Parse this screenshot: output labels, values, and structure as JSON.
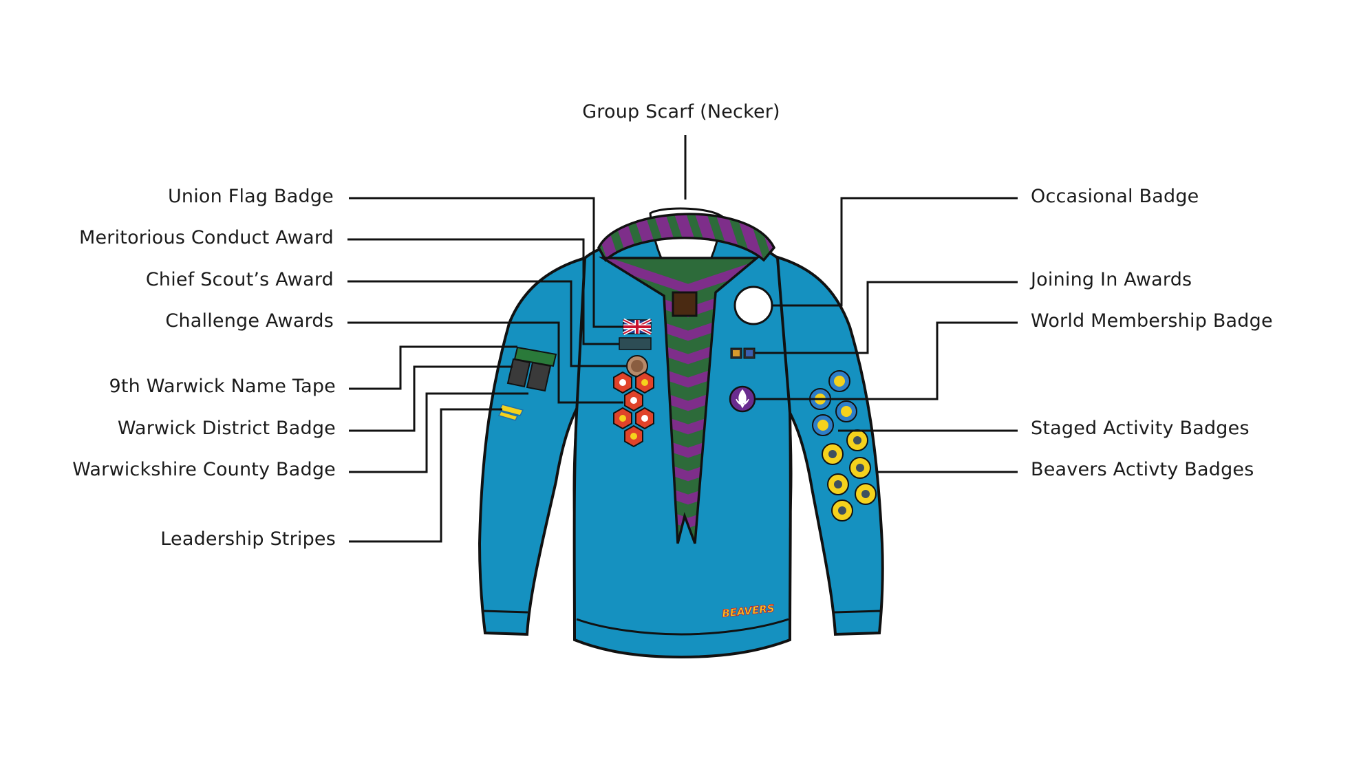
{
  "diagram": {
    "labels": {
      "group_scarf": "Group Scarf (Necker)",
      "union_flag": "Union Flag Badge",
      "meritorious": "Meritorious Conduct Award",
      "chief_scout": "Chief Scout’s Award",
      "challenge": "Challenge Awards",
      "name_tape": "9th Warwick Name Tape",
      "district": "Warwick District Badge",
      "county": "Warwickshire County Badge",
      "stripes": "Leadership Stripes",
      "occasional": "Occasional Badge",
      "joining_in": "Joining In Awards",
      "world_membership": "World Membership Badge",
      "staged_activity": "Staged Activity Badges",
      "beavers_activity": "Beavers Activty Badges"
    },
    "beavers_logo_text": "BEAVERS",
    "colors": {
      "jumper": "#1591c0",
      "outline": "#111111",
      "scarf_green": "#2d6b3a",
      "scarf_purple": "#7e2e8a",
      "woggle": "#4a2a12",
      "challenge_red": "#e0432a",
      "activity_yellow": "#f5d21d",
      "staged_blue": "#2e7ec8",
      "world_purple": "#6a2d8f"
    }
  }
}
